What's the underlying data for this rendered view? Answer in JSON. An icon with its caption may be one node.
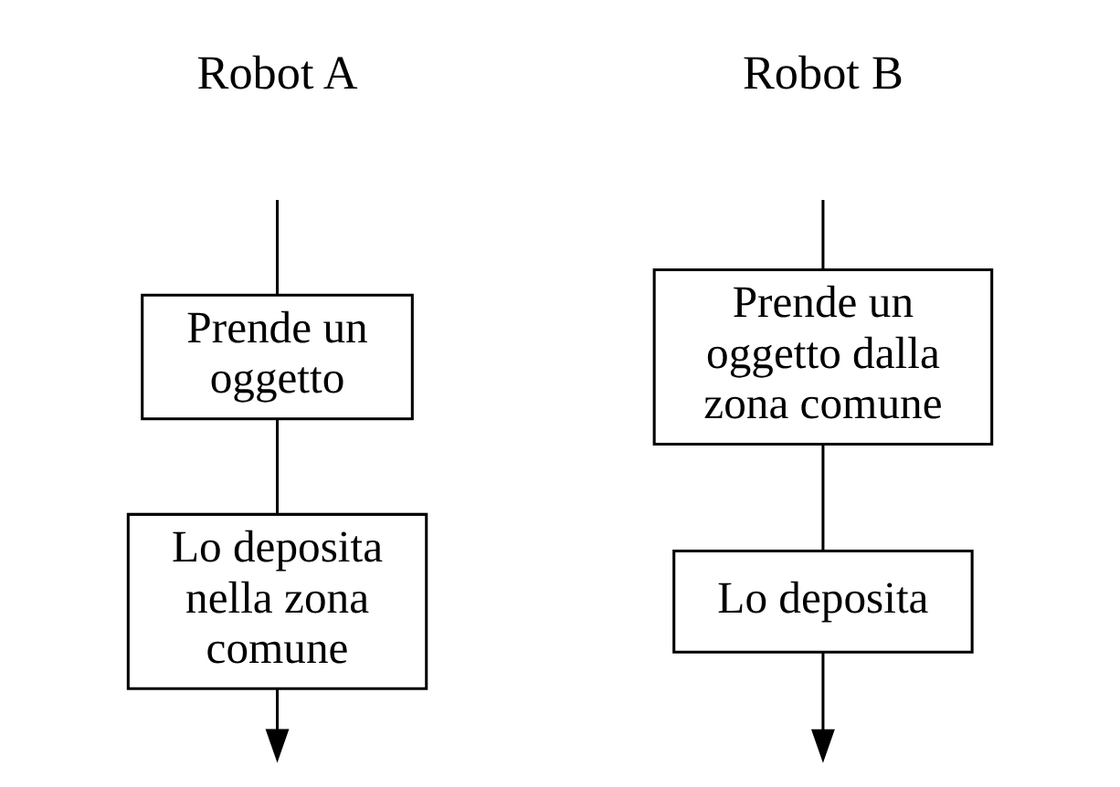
{
  "diagram": {
    "nodes": [
      {
        "text": [
          "Prende un oggetto"
        ]
      },
      {
        "text": [
          "Lo deposita nella zona comune"
        ]
      },
      {
        "text": [
          "Prende un oggetto dalla zona comune"
        ]
      },
      {
        "text": [
          "Lo deposita"
        ]
      }
    ],
    "edges": [
      {
        "from": null,
        "to": 0,
        "arrow": "none"
      },
      {
        "from": 0,
        "to": 1,
        "arrow": "none"
      },
      {
        "from": 1,
        "to": null,
        "arrow": "to"
      },
      {
        "from": null,
        "to": 2,
        "arrow": "none"
      },
      {
        "from": 2,
        "to": 3,
        "arrow": "none"
      },
      {
        "from": 3,
        "to": null,
        "arrow": "to"
      }
    ],
    "labels": [
      "Robot A",
      "Robot B"
    ]
  }
}
